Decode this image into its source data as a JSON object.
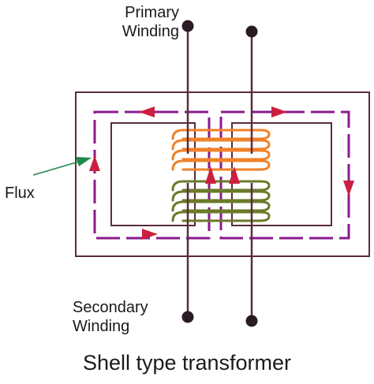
{
  "labels": {
    "primary_line1": "Primary",
    "primary_line2": "Winding",
    "flux": "Flux",
    "secondary_line1": "Secondary",
    "secondary_line2": "Winding",
    "caption": "Shell type transformer"
  },
  "colors": {
    "core": "#5a2d3c",
    "flux_path": "#8b1a8e",
    "flux_arrow": "#cc1f3f",
    "primary_coil": "#f0822a",
    "secondary_coil": "#6b7a2a",
    "lead": "#5a2d3c",
    "terminal": "#2a1a24",
    "pointer": "#1f8a4c",
    "text": "#1a1a1a"
  },
  "icons": {
    "terminal": "terminal-dot-icon",
    "flux_arrow": "arrow-head-icon",
    "pointer": "pointer-arrow-icon"
  }
}
